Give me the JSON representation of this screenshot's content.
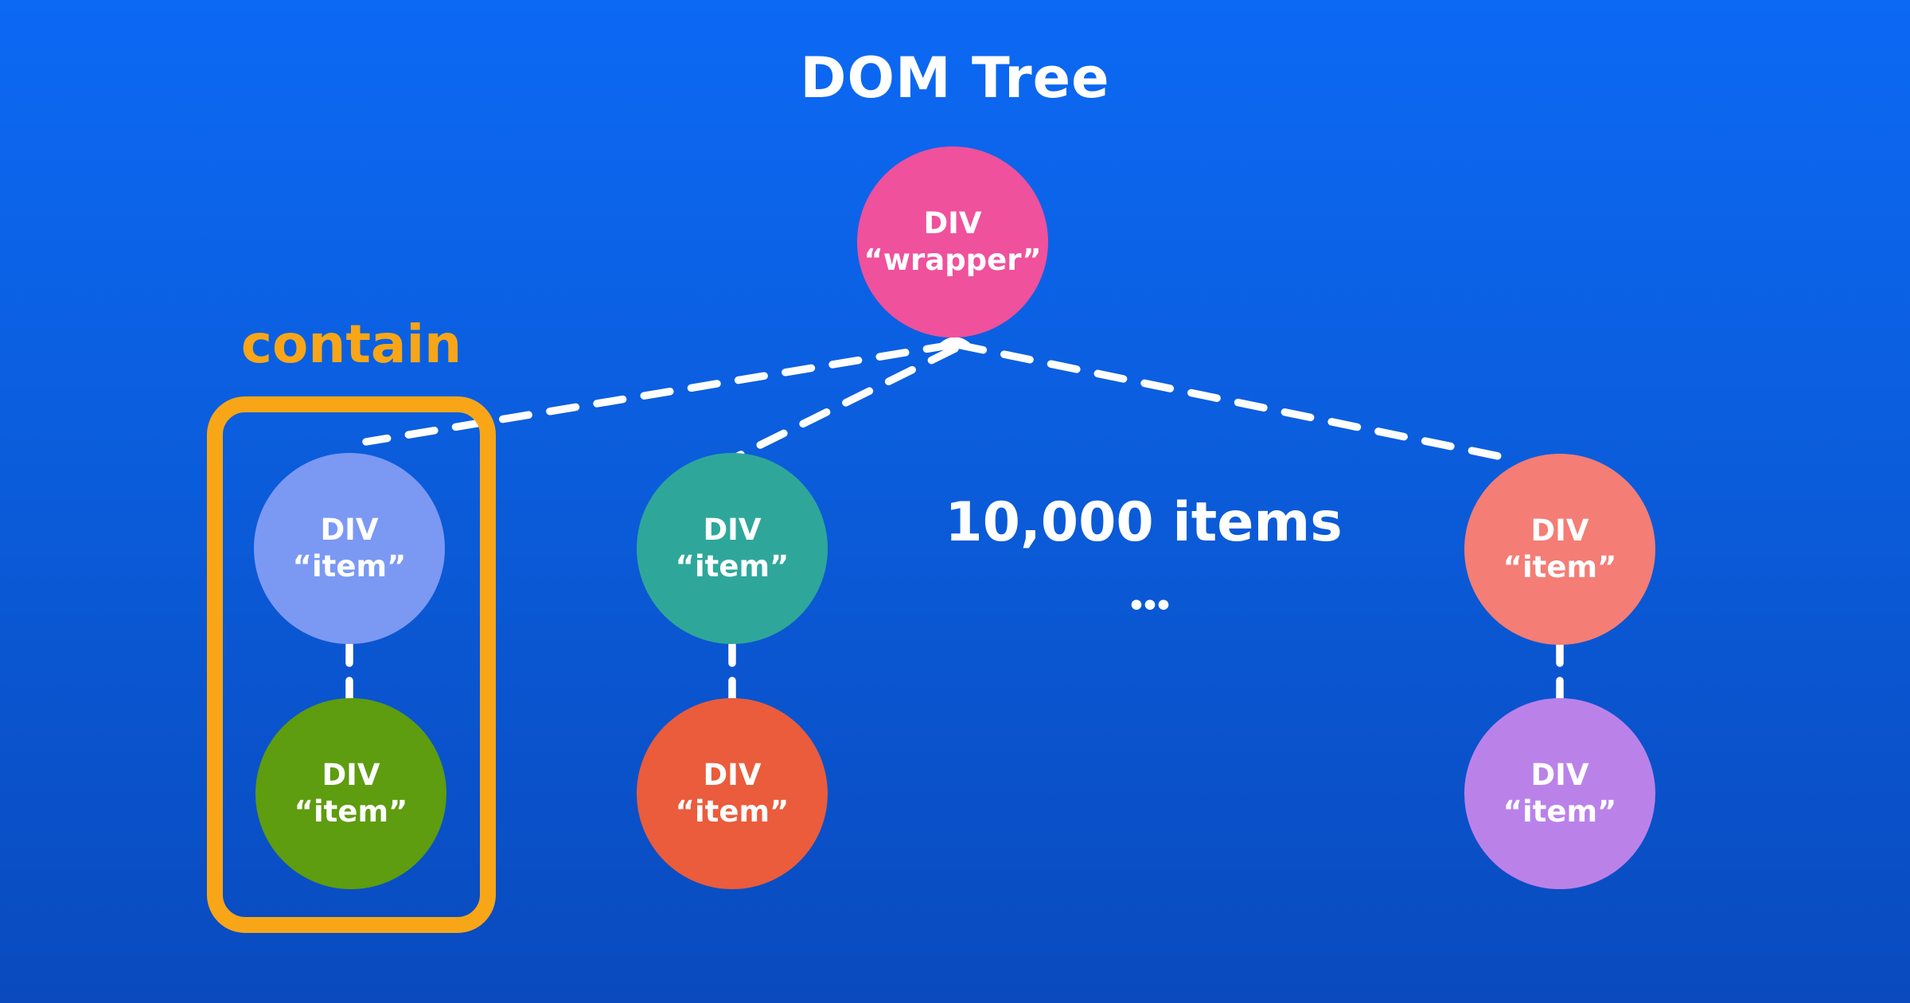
{
  "title": "DOM Tree",
  "annotation": {
    "label": "contain"
  },
  "count": {
    "label": "10,000 items",
    "ellipsis": "•••"
  },
  "colors": {
    "background_top": "#0c69f4",
    "background_bottom": "#0a4abe",
    "accent_orange": "#f8a617",
    "connector_white": "#ffffff",
    "text_white": "#ffffff"
  },
  "nodes": {
    "wrapper": {
      "tag": "DIV",
      "name": "“wrapper”",
      "color": "#ef519c"
    },
    "item_blue": {
      "tag": "DIV",
      "name": "“item”",
      "color": "#7b99f3"
    },
    "item_green": {
      "tag": "DIV",
      "name": "“item”",
      "color": "#5e9c10"
    },
    "item_teal": {
      "tag": "DIV",
      "name": "“item”",
      "color": "#2ea79a"
    },
    "item_orange": {
      "tag": "DIV",
      "name": "“item”",
      "color": "#ea5c3b"
    },
    "item_salmon": {
      "tag": "DIV",
      "name": "“item”",
      "color": "#f47d75"
    },
    "item_purple": {
      "tag": "DIV",
      "name": "“item”",
      "color": "#ba82e9"
    }
  }
}
